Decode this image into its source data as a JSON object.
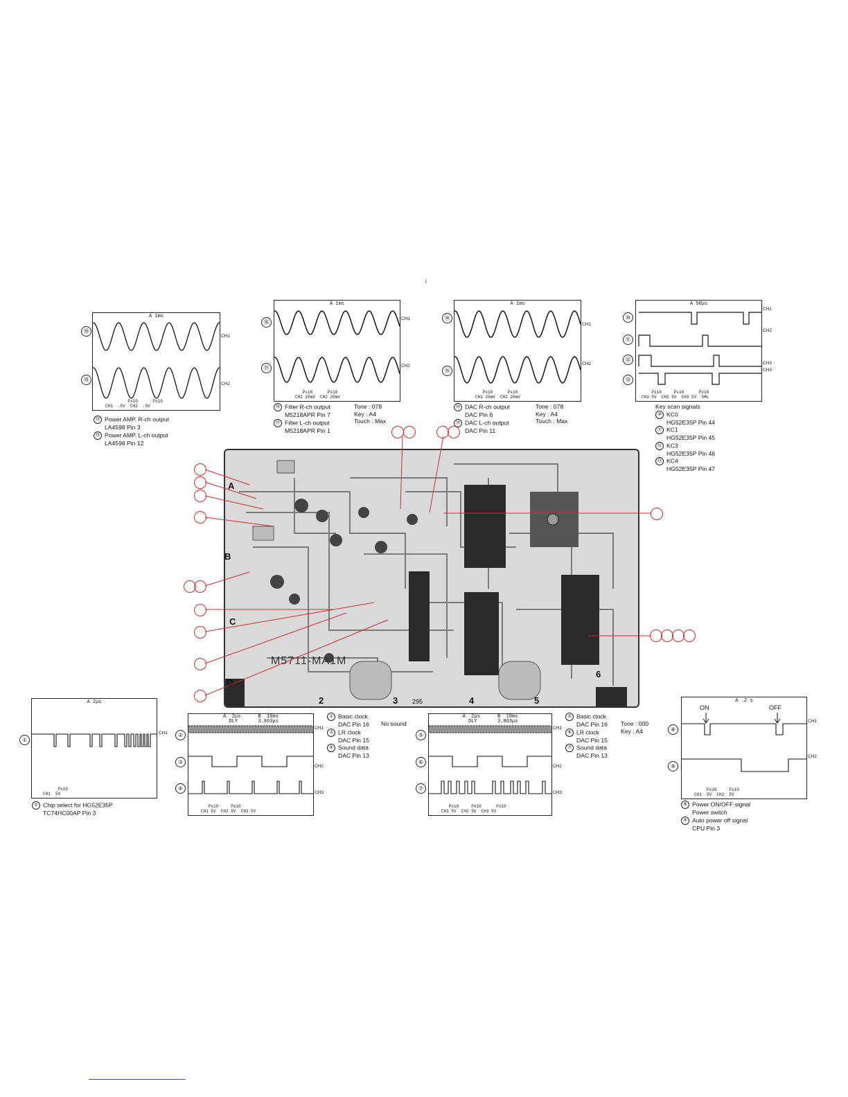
{
  "page_mark": "i",
  "scopes": {
    "pwr_amp": {
      "header": "A   1ms",
      "channels": [
        "CH1",
        "CH2"
      ],
      "markers": [
        "⑱",
        "⑲"
      ],
      "footer": "         Px10      Px10\nCH1  .5V  CH2  .5V",
      "captions": [
        {
          "marker": "⑱",
          "lines": [
            "Power AMP. R-ch output",
            "LA4598 Pin 3"
          ]
        },
        {
          "marker": "⑲",
          "lines": [
            "Power AMP. L-ch output",
            "LA4598 Pin 12"
          ]
        }
      ]
    },
    "filter": {
      "header": "A   1ms",
      "channels": [
        "CH1",
        "CH2"
      ],
      "markers": [
        "⑯",
        "⑰"
      ],
      "footer": "   Px10      Px10\nCH1 20mV  CH2 20mV",
      "captions": [
        {
          "marker": "⑯",
          "lines": [
            "Filter R-ch output",
            "M5218APR Pin 7"
          ]
        },
        {
          "marker": "⑰",
          "lines": [
            "Filter L-ch output",
            "M5218APR Pin 1"
          ]
        }
      ],
      "settings": [
        "Tone : 078",
        "Key : A4",
        "Touch : Max"
      ]
    },
    "dac": {
      "header": "A   1ms",
      "channels": [
        "CH1",
        "CH2"
      ],
      "markers": [
        "⑭",
        "⑮"
      ],
      "footer": "   Px10      Px10\nCH1 20mV  CH2 20mV",
      "captions": [
        {
          "marker": "⑭",
          "lines": [
            "DAC R-ch output",
            "DAC Pin 6"
          ]
        },
        {
          "marker": "⑮",
          "lines": [
            "DAC L-ch output",
            "DAC Pin 11"
          ]
        }
      ],
      "settings": [
        "Tone : 078",
        "Key : A4",
        "Touch : Max"
      ]
    },
    "keyscan": {
      "header": "A  50μs",
      "channels": [
        "CH1",
        "CH2",
        "CH3",
        "CH3"
      ],
      "markers": [
        "⑩",
        "⑪",
        "⑫",
        "⑬"
      ],
      "footer": "    Px10     Px10      Px10\nCH1 5V  CH2 5V  CH3 5V  SML",
      "title": "Key scan signals",
      "captions": [
        {
          "marker": "⑩",
          "lines": [
            "KC0",
            "HG52E35P Pin 44"
          ]
        },
        {
          "marker": "⑪",
          "lines": [
            "KC1",
            "HG52E35P Pin 45"
          ]
        },
        {
          "marker": "⑫",
          "lines": [
            "KC3",
            "HG52E35P Pin 46"
          ]
        },
        {
          "marker": "⑬",
          "lines": [
            "KC4",
            "HG52E35P Pin 47"
          ]
        }
      ]
    },
    "chipsel": {
      "header": "A   2μs",
      "channels": [
        "CH1"
      ],
      "markers": [
        "①"
      ],
      "footer": "      Px10\nCH1  5V",
      "captions": [
        {
          "marker": "①",
          "lines": [
            "Chip select for HG52E35P",
            "TC74HC00AP Pin 3"
          ]
        }
      ]
    },
    "clock_a": {
      "header": "A  2μs      B  10ms\n  DLY       3.863μs",
      "channels": [
        "CH1",
        "CH2",
        "CH3"
      ],
      "markers": [
        "②",
        "③",
        "④"
      ],
      "footer": "   Px10     Px10\nCH1 5V  CH2 5V  CH3 5V",
      "captions": [
        {
          "marker": "②",
          "lines": [
            "Basic clock",
            "DAC Pin 16"
          ]
        },
        {
          "marker": "③",
          "lines": [
            "LR clock",
            "DAC Pin 15"
          ]
        },
        {
          "marker": "④",
          "lines": [
            "Sound data",
            "DAC Pin 13"
          ]
        }
      ],
      "settings": [
        "No sound"
      ]
    },
    "clock_b": {
      "header": "A  2μs      B  10ms\n  DLY       3.863μs",
      "channels": [
        "CH1",
        "CH2",
        "CH3"
      ],
      "markers": [
        "⑤",
        "⑥",
        "⑦"
      ],
      "footer": "   Px10     Px10      Px10\nCH1 5V  CH2 5V  CH3 5V",
      "captions": [
        {
          "marker": "⑤",
          "lines": [
            "Basic clock",
            "DAC Pin 16"
          ]
        },
        {
          "marker": "⑥",
          "lines": [
            "LR clock",
            "DAC Pin 15"
          ]
        },
        {
          "marker": "⑦",
          "lines": [
            "Sound data",
            "DAC Pin 13"
          ]
        }
      ],
      "settings": [
        "Tone : 000",
        "Key : A4"
      ]
    },
    "power": {
      "header": "A  .2 s",
      "channels": [
        "CH1",
        "CH2"
      ],
      "markers": [
        "⑧",
        "⑨"
      ],
      "on_label": "ON",
      "off_label": "OFF",
      "footer": "     Px10     Px10\nCH1  5V  CH2  5V",
      "captions": [
        {
          "marker": "⑧",
          "lines": [
            "Power ON/OFF signal",
            "Power switch"
          ]
        },
        {
          "marker": "⑨",
          "lines": [
            "Auto power off signal",
            "CPU Pin 3"
          ]
        }
      ]
    }
  },
  "board": {
    "name": "M5711-MA1M",
    "zones": [
      "A",
      "B",
      "C",
      "D"
    ],
    "columns": [
      "2",
      "3",
      "4",
      "5",
      "6"
    ],
    "dim_label": "295"
  }
}
